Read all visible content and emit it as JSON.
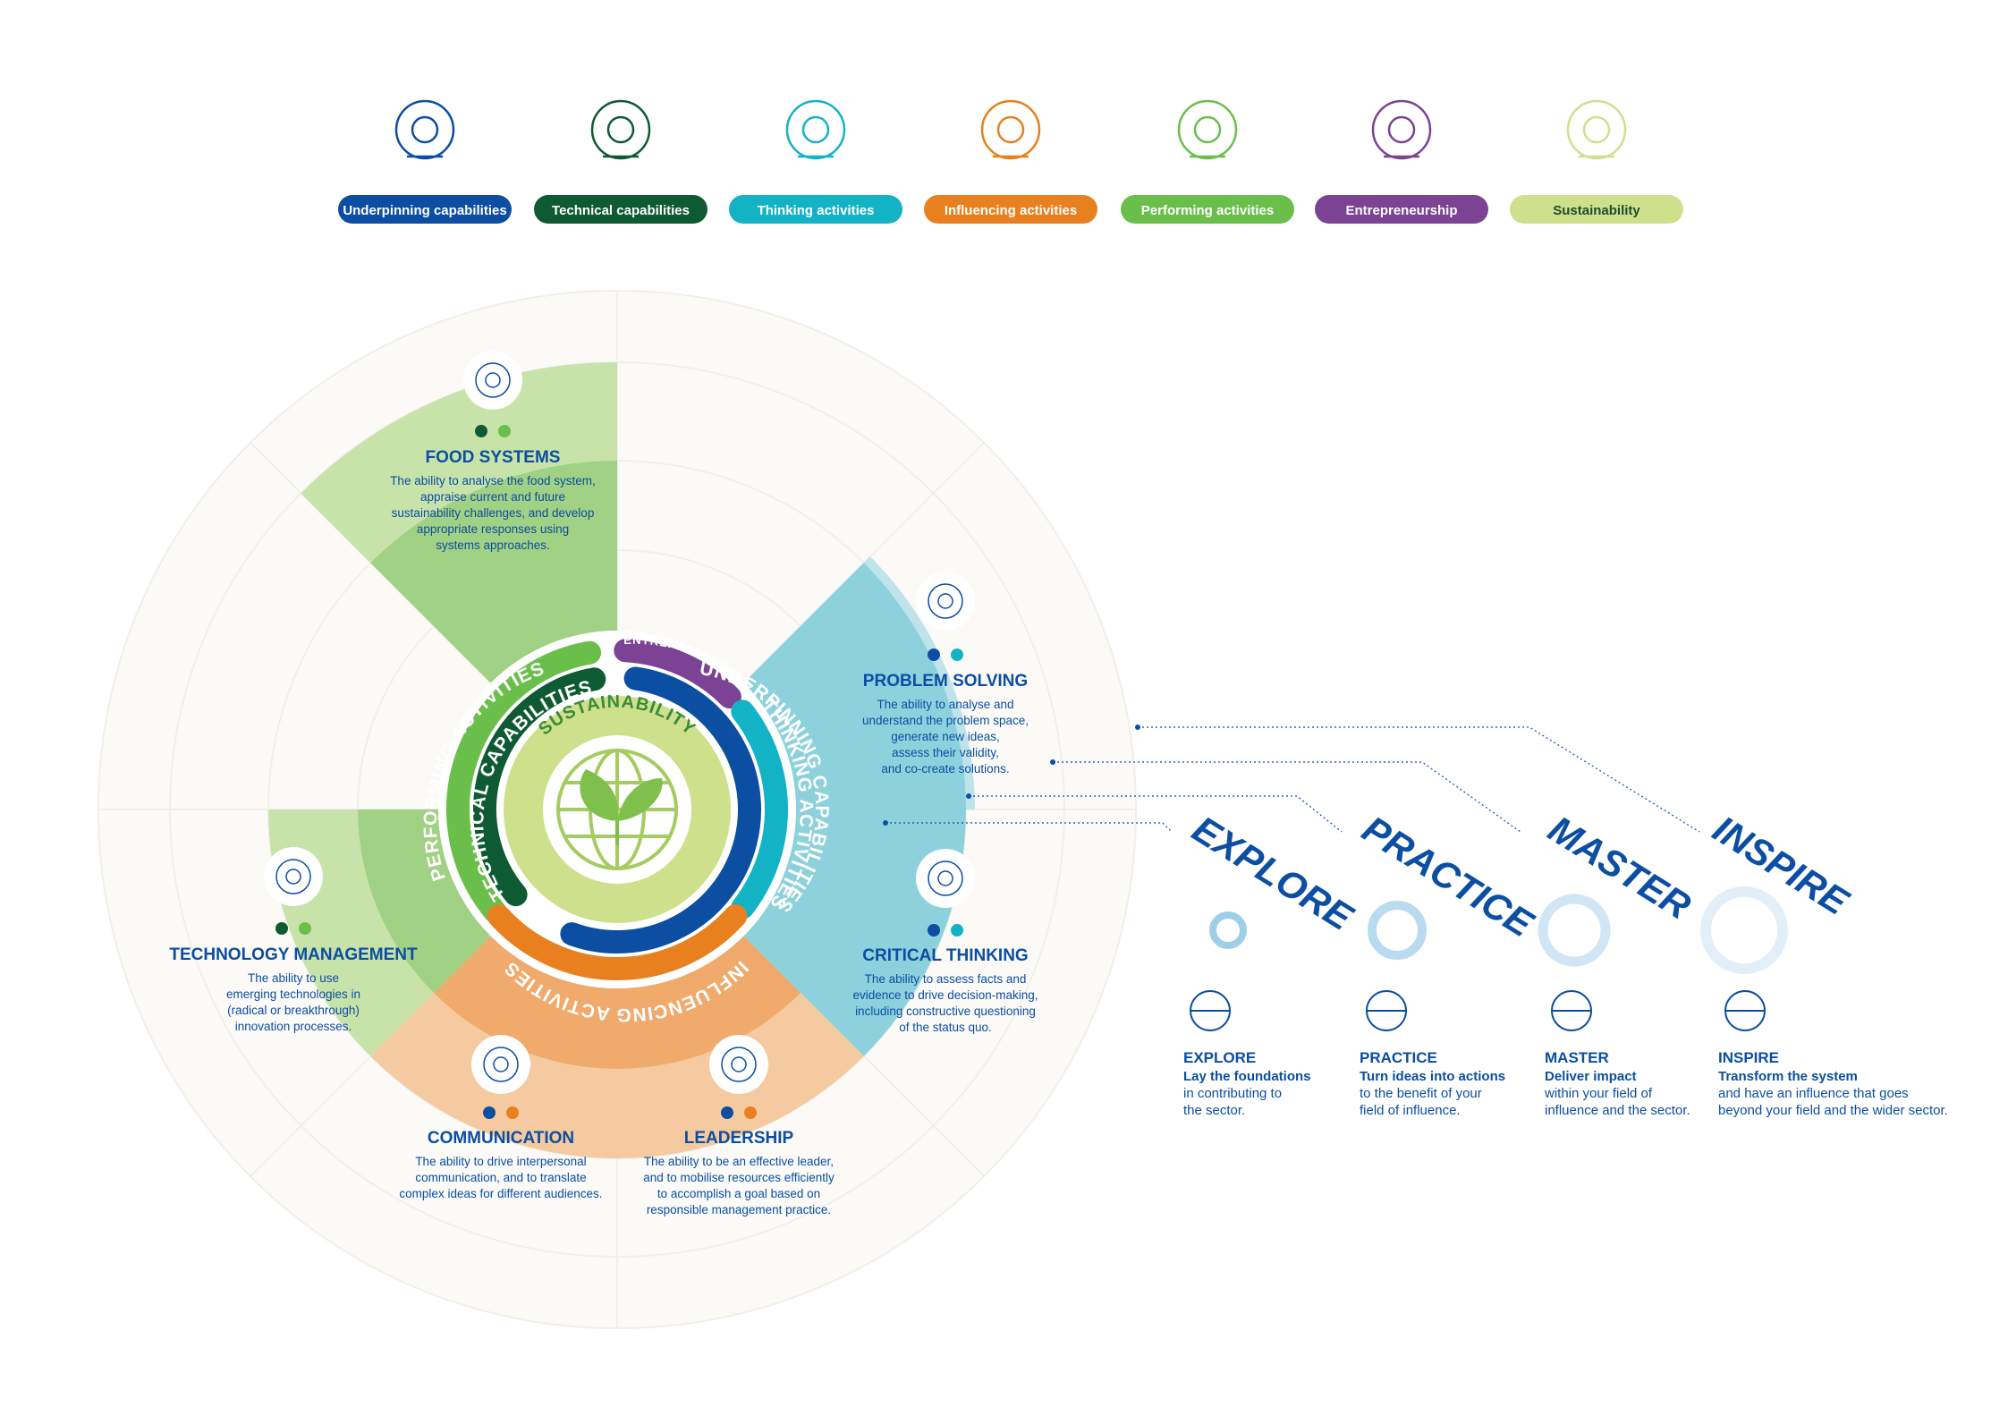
{
  "legend": [
    {
      "label": "Underpinning capabilities",
      "color": "#0b4ea2",
      "text_color": "#ffffff",
      "icon": "hand-brain-icon"
    },
    {
      "label": "Technical capabilities",
      "color": "#0e5a33",
      "text_color": "#ffffff",
      "icon": "gear-cycle-icon"
    },
    {
      "label": "Thinking activities",
      "color": "#13b3c6",
      "text_color": "#ffffff",
      "icon": "head-brain-icon"
    },
    {
      "label": "Influencing activities",
      "color": "#e9801f",
      "text_color": "#ffffff",
      "icon": "people-speech-icon"
    },
    {
      "label": "Performing activities",
      "color": "#6abf4b",
      "text_color": "#ffffff",
      "icon": "target-arrow-icon"
    },
    {
      "label": "Entrepreneurship",
      "color": "#7c4294",
      "text_color": "#ffffff",
      "icon": "hand-plant-icon"
    },
    {
      "label": "Sustainability",
      "color": "#cfe08c",
      "text_color": "#1e4d2b",
      "icon": "globe-leaf-icon"
    }
  ],
  "center": {
    "label": "SUSTAINABILITY",
    "icon": "globe-leaf-icon"
  },
  "rings": {
    "performing": "PERFORMING ACTIVITIES",
    "technical": "TECHNICAL CAPABILITIES",
    "entrepreneurship": "ENTREPRENEURSHIP",
    "thinking": "THINKING ACTIVITIES",
    "underpinning": "UNDERPINNING CAPABILITIES",
    "influencing": "INFLUENCING ACTIVITIES"
  },
  "competencies": [
    {
      "key": "food",
      "title": "FOOD SYSTEMS",
      "desc": [
        "The ability to analyse the food system,",
        "appraise current and future",
        "sustainability challenges, and develop",
        "appropriate responses using",
        "systems approaches."
      ],
      "dot_colors": [
        "#0e5a33",
        "#6abf4b"
      ],
      "icon": "plant-circle-icon"
    },
    {
      "key": "problem",
      "title": "PROBLEM SOLVING",
      "desc": [
        "The ability to analyse and",
        "understand the problem space,",
        "generate new ideas,",
        "assess their validity,",
        "and co-create solutions."
      ],
      "dot_colors": [
        "#0b4ea2",
        "#13b3c6"
      ],
      "icon": "lightbulb-icon"
    },
    {
      "key": "critical",
      "title": "CRITICAL THINKING",
      "desc": [
        "The ability to assess facts and",
        "evidence to drive decision-making,",
        "including constructive questioning",
        "of the status quo."
      ],
      "dot_colors": [
        "#0b4ea2",
        "#13b3c6"
      ],
      "icon": "brain-cycle-icon"
    },
    {
      "key": "tech",
      "title": "TECHNOLOGY MANAGEMENT",
      "desc": [
        "The ability to use",
        "emerging technologies in",
        "(radical or breakthrough)",
        "innovation processes."
      ],
      "dot_colors": [
        "#0e5a33",
        "#6abf4b"
      ],
      "icon": "chip-gear-icon"
    },
    {
      "key": "comm",
      "title": "COMMUNICATION",
      "desc": [
        "The ability to drive interpersonal",
        "communication, and to translate",
        "complex ideas for different audiences."
      ],
      "dot_colors": [
        "#0b4ea2",
        "#e9801f"
      ],
      "icon": "speech-bubbles-icon"
    },
    {
      "key": "lead",
      "title": "LEADERSHIP",
      "desc": [
        "The ability to be an effective leader,",
        "and to mobilise resources efficiently",
        "to accomplish a goal based on",
        "responsible management practice."
      ],
      "dot_colors": [
        "#0b4ea2",
        "#e9801f"
      ],
      "icon": "team-grid-icon"
    }
  ],
  "levels": [
    {
      "big": "EXPLORE",
      "title": "EXPLORE",
      "subtitle": "Lay the foundations",
      "desc": [
        "in contributing to",
        "the sector."
      ],
      "icon": "globe-magnifier-icon"
    },
    {
      "big": "PRACTICE",
      "title": "PRACTICE",
      "subtitle": "Turn ideas into actions",
      "desc": [
        "to the benefit of your",
        "field of influence."
      ],
      "icon": "hands-cube-icon"
    },
    {
      "big": "MASTER",
      "title": "MASTER",
      "subtitle": "Deliver impact",
      "desc": [
        "within your field of",
        "influence and the sector."
      ],
      "icon": "handshake-icon"
    },
    {
      "big": "INSPIRE",
      "title": "INSPIRE",
      "subtitle": "Transform the system",
      "desc": [
        "and have an influence that goes",
        "beyond your field and the wider sector."
      ],
      "icon": "globe-icon"
    }
  ]
}
